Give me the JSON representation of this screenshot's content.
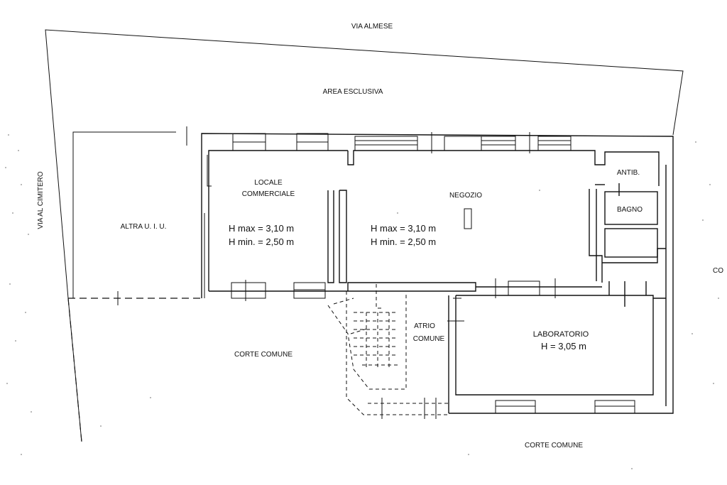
{
  "streets": {
    "north": "VIA ALMESE",
    "west": "VIA AL CIMITERO",
    "east_partial": "CO"
  },
  "areas": {
    "exclusive": "AREA ESCLUSIVA",
    "other_unit": "ALTRA U. I. U.",
    "shared_court_left": "CORTE COMUNE",
    "shared_court_bottom": "CORTE COMUNE"
  },
  "rooms": {
    "locale": {
      "name_line1": "LOCALE",
      "name_line2": "COMMERCIALE",
      "h_max": "H  max = 3,10 m",
      "h_min": "H  min. = 2,50 m"
    },
    "negozio": {
      "name": "NEGOZIO",
      "h_max": "H  max = 3,10 m",
      "h_min": "H  min. = 2,50 m"
    },
    "antibagno": {
      "name": "ANTIB."
    },
    "bagno": {
      "name": "BAGNO"
    },
    "atrio": {
      "name_line1": "ATRIO",
      "name_line2": "COMUNE"
    },
    "laboratorio": {
      "name": "LABORATORIO",
      "height": "H  = 3,05 m"
    }
  }
}
